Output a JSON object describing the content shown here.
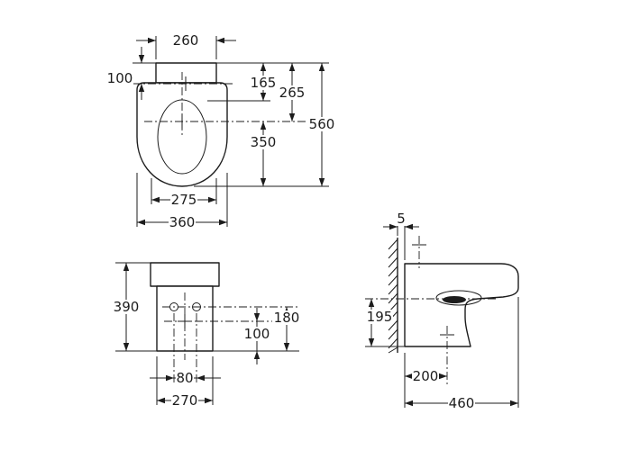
{
  "drawing": {
    "kind": "bidet dimensional technical drawing",
    "background": "#ffffff",
    "line_color": "#1c1c1c"
  },
  "top_view": {
    "back_width": "260",
    "tap_setback": "100",
    "opening_setback": "165",
    "drain_setback": "265",
    "total_depth": "560",
    "drain_to_front": "350",
    "front_width": "275",
    "total_width": "360"
  },
  "front_view": {
    "total_height": "390",
    "inlet_height": "180",
    "fixing_height": "100",
    "inlet_spacing": "80",
    "body_width": "270"
  },
  "side_view": {
    "wall_gap": "5",
    "rim_height": "195",
    "drain_distance": "200",
    "total_depth": "460"
  }
}
